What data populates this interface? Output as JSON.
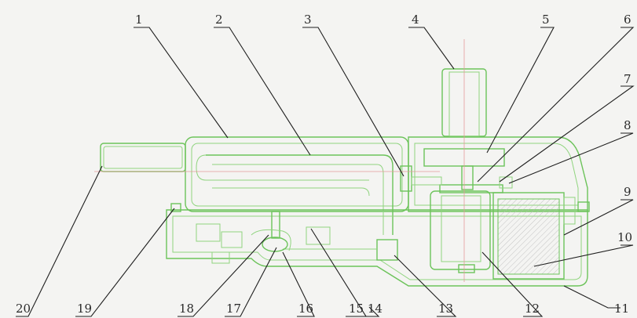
{
  "labels": [
    {
      "id": "1",
      "text": "1"
    },
    {
      "id": "2",
      "text": "2"
    },
    {
      "id": "3",
      "text": "3"
    },
    {
      "id": "4",
      "text": "4"
    },
    {
      "id": "5",
      "text": "5"
    },
    {
      "id": "6",
      "text": "6"
    },
    {
      "id": "7",
      "text": "7"
    },
    {
      "id": "8",
      "text": "8"
    },
    {
      "id": "9",
      "text": "9"
    },
    {
      "id": "10",
      "text": "10"
    },
    {
      "id": "11",
      "text": "11"
    },
    {
      "id": "12",
      "text": "12"
    },
    {
      "id": "13",
      "text": "13"
    },
    {
      "id": "14",
      "text": "15 14"
    },
    {
      "id": "16",
      "text": "16"
    },
    {
      "id": "17",
      "text": "17"
    },
    {
      "id": "18",
      "text": "18"
    },
    {
      "id": "19",
      "text": "19"
    },
    {
      "id": "20",
      "text": "20"
    }
  ],
  "colors": {
    "outline": "#6cc35a",
    "leader": "#1e1e1e",
    "centerline": "#e59a9a",
    "background": "#f4f4f2"
  }
}
